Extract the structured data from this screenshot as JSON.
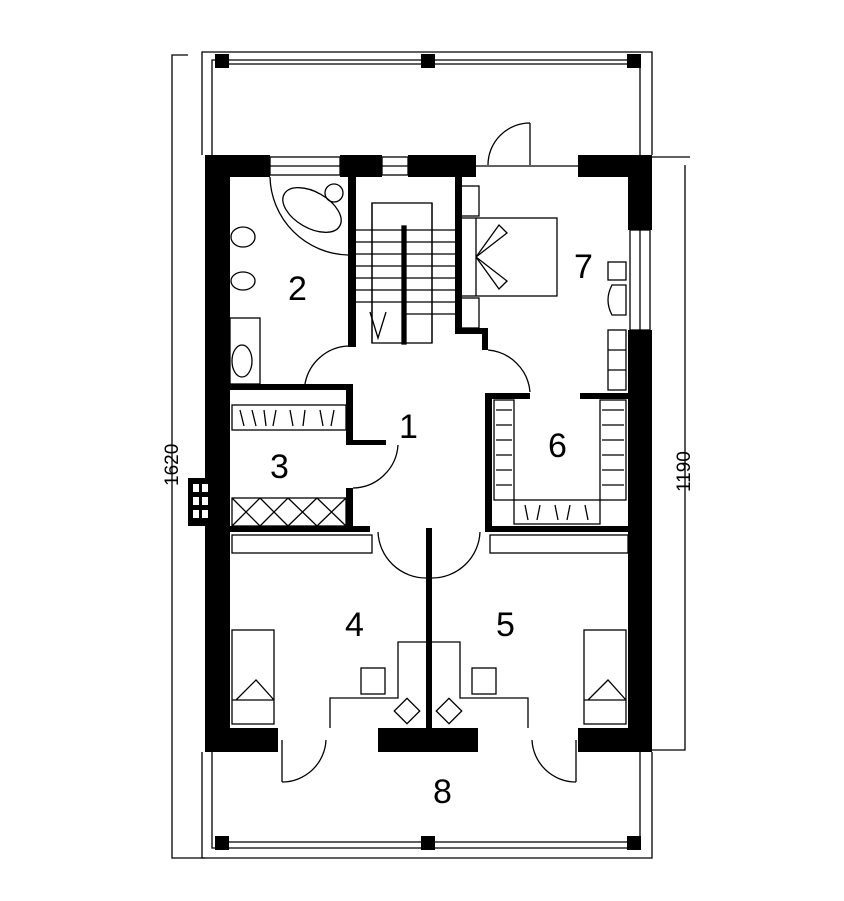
{
  "plan": {
    "rooms": [
      {
        "number": "1"
      },
      {
        "number": "2"
      },
      {
        "number": "3"
      },
      {
        "number": "4"
      },
      {
        "number": "5"
      },
      {
        "number": "6"
      },
      {
        "number": "7"
      },
      {
        "number": "8"
      }
    ],
    "dimensions": {
      "overall_length": "1620",
      "house_length": "1190"
    }
  }
}
